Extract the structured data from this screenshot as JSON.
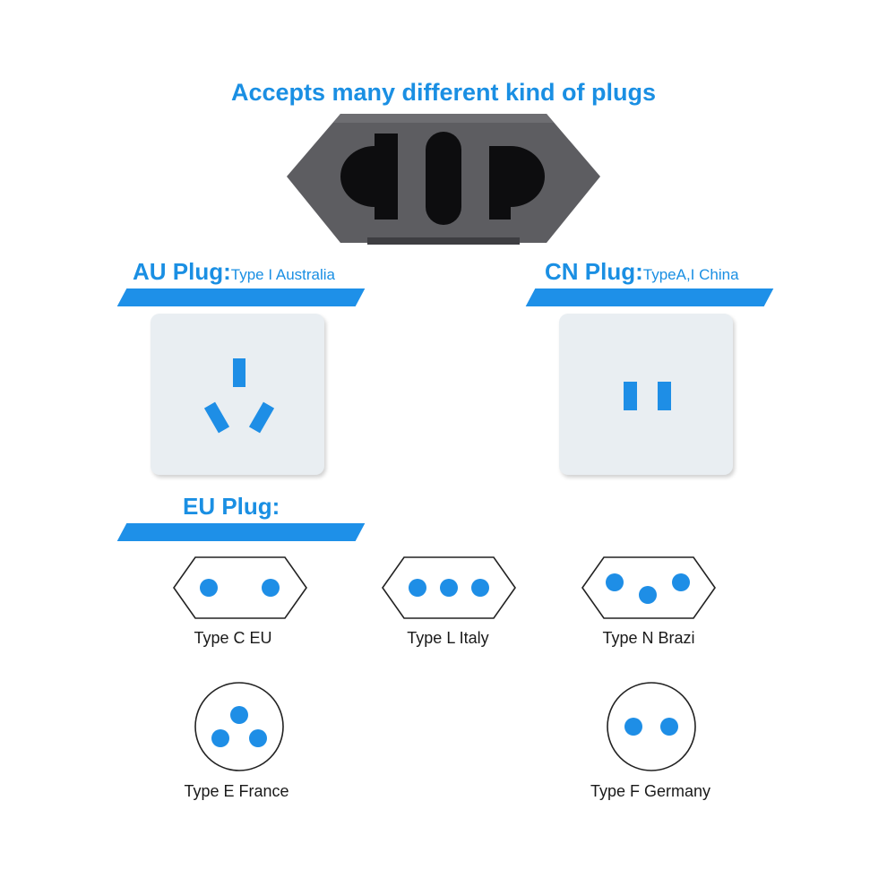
{
  "headline": "Accepts many different kind of plugs",
  "colors": {
    "accent": "#1a8fe3",
    "socket_dark": "#5b5b5f",
    "tile": "#e9eef2"
  },
  "au": {
    "name": "AU Plug:",
    "desc": "Type I Australia"
  },
  "cn": {
    "name": "CN Plug:",
    "desc": "TypeA,I China"
  },
  "eu": {
    "name": "EU Plug:"
  },
  "types": {
    "c": "Type C EU",
    "l": "Type L Italy",
    "n": "Type N Brazi",
    "e": "Type E France",
    "f": "Type F Germany"
  }
}
